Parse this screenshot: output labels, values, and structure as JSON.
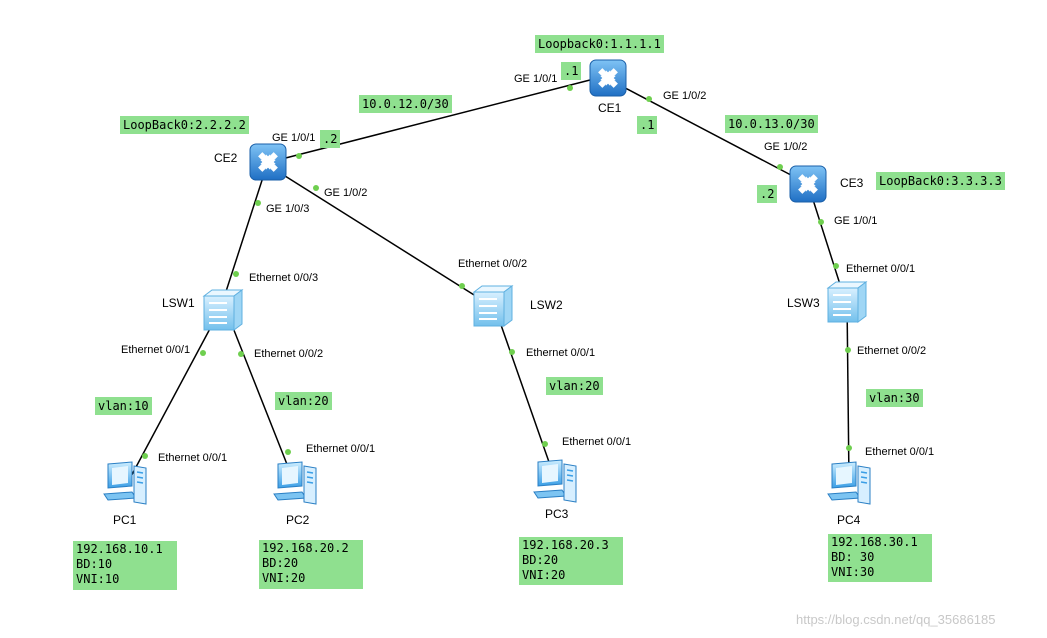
{
  "devices": {
    "ce1": "CE1",
    "ce2": "CE2",
    "ce3": "CE3",
    "lsw1": "LSW1",
    "lsw2": "LSW2",
    "lsw3": "LSW3",
    "pc1": "PC1",
    "pc2": "PC2",
    "pc3": "PC3",
    "pc4": "PC4"
  },
  "loopbacks": {
    "ce1": "Loopback0:1.1.1.1",
    "ce2": "LoopBack0:2.2.2.2",
    "ce3": "LoopBack0:3.3.3.3"
  },
  "subnets": {
    "ce1_ce2": "10.0.12.0/30",
    "ce1_ce3": "10.0.13.0/30"
  },
  "host_ids": {
    "ce1_to_ce2": ".1",
    "ce2_to_ce1": ".2",
    "ce1_to_ce3": ".1",
    "ce3_to_ce1": ".2"
  },
  "ports": {
    "ce1_g101": "GE 1/0/1",
    "ce1_g102": "GE 1/0/2",
    "ce2_g101": "GE 1/0/1",
    "ce2_g102": "GE 1/0/2",
    "ce2_g103": "GE 1/0/3",
    "ce3_g102": "GE 1/0/2",
    "ce3_g101": "GE 1/0/1",
    "lsw1_e003": "Ethernet 0/0/3",
    "lsw1_e001": "Ethernet 0/0/1",
    "lsw1_e002": "Ethernet 0/0/2",
    "lsw2_e002": "Ethernet 0/0/2",
    "lsw2_e001": "Ethernet 0/0/1",
    "lsw3_e001": "Ethernet 0/0/1",
    "lsw3_e002": "Ethernet 0/0/2",
    "pc1_e001": "Ethernet 0/0/1",
    "pc2_e001": "Ethernet 0/0/1",
    "pc3_e001": "Ethernet 0/0/1",
    "pc4_e001": "Ethernet 0/0/1"
  },
  "vlans": {
    "pc1": "vlan:10",
    "pc2": "vlan:20",
    "pc3": "vlan:20",
    "pc4": "vlan:30"
  },
  "pc_info": {
    "pc1": [
      "192.168.10.1",
      "BD:10",
      "VNI:10"
    ],
    "pc2": [
      "192.168.20.2",
      "BD:20",
      "VNI:20"
    ],
    "pc3": [
      "192.168.20.3",
      "BD:20",
      "VNI:20"
    ],
    "pc4": [
      "192.168.30.1",
      "BD: 30",
      "VNI:30"
    ]
  },
  "watermark": "https://blog.csdn.net/qq_35686185",
  "colors": {
    "tag_bg": "#8fe08f",
    "link": "#000000",
    "port_dot": "#6fcf4f",
    "router_blue": "#2f86d6",
    "switch_blue": "#7fcaf0",
    "pc_blue": "#3aa0e8"
  }
}
